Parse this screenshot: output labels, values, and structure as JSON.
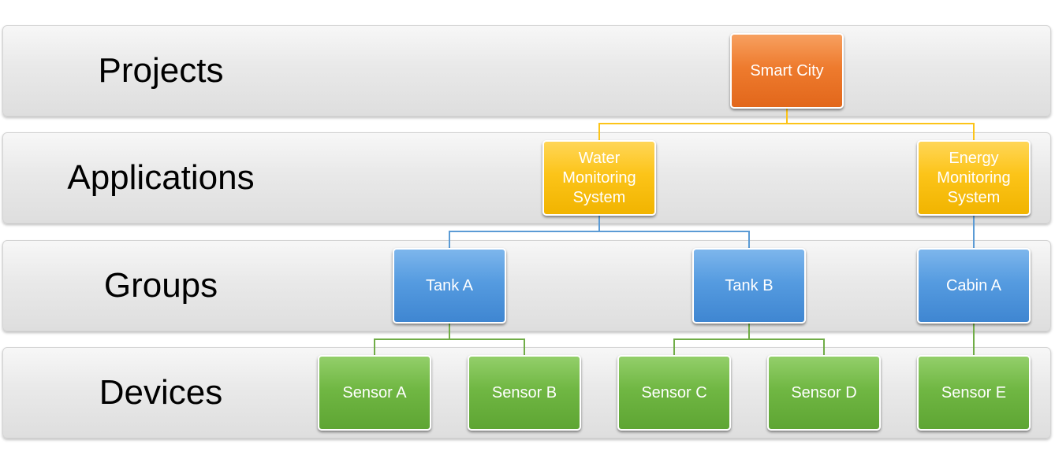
{
  "levels": {
    "projects": "Projects",
    "applications": "Applications",
    "groups": "Groups",
    "devices": "Devices"
  },
  "nodes": {
    "smart_city": "Smart City",
    "water_monitoring": "Water Monitoring System",
    "energy_monitoring": "Energy Monitoring System",
    "tank_a": "Tank A",
    "tank_b": "Tank B",
    "cabin_a": "Cabin A",
    "sensor_a": "Sensor A",
    "sensor_b": "Sensor B",
    "sensor_c": "Sensor C",
    "sensor_d": "Sensor D",
    "sensor_e": "Sensor E"
  },
  "colors": {
    "project": "#ee7b2e",
    "application": "#fcc419",
    "group": "#559be0",
    "device": "#70b743",
    "connector_application": "#fcc419",
    "connector_group": "#5b9bd5",
    "connector_device": "#70ad47"
  }
}
